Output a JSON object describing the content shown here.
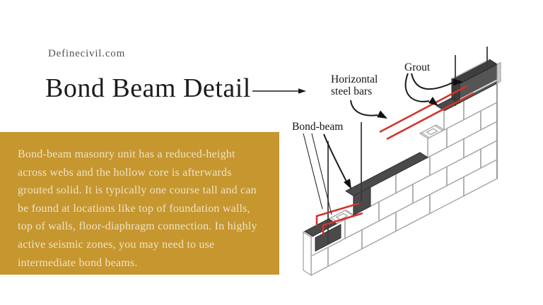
{
  "page": {
    "site": "Definecivil.com",
    "title": "Bond Beam Detail"
  },
  "infobox": {
    "text": "Bond-beam masonry unit has a reduced-height across webs and the hollow core is afterwards grouted solid. It is typically one course tall and can be found at locations like top of foundation walls, top of walls, floor-diaphragm connection. In highly active seismic zones, you may need to use intermediate bond beams.",
    "bg_color": "#c6962f",
    "text_color": "#efe3c4"
  },
  "diagram": {
    "labels": {
      "grout": "Grout",
      "horizontal_steel_bars_line1": "Horizontal",
      "horizontal_steel_bars_line2": "steel bars",
      "bond_beam": "Bond-beam"
    },
    "colors": {
      "steel_bar_red": "#d2342b",
      "grout_dark": "#4a4a4a",
      "block_outline": "#a6a6a6"
    }
  }
}
